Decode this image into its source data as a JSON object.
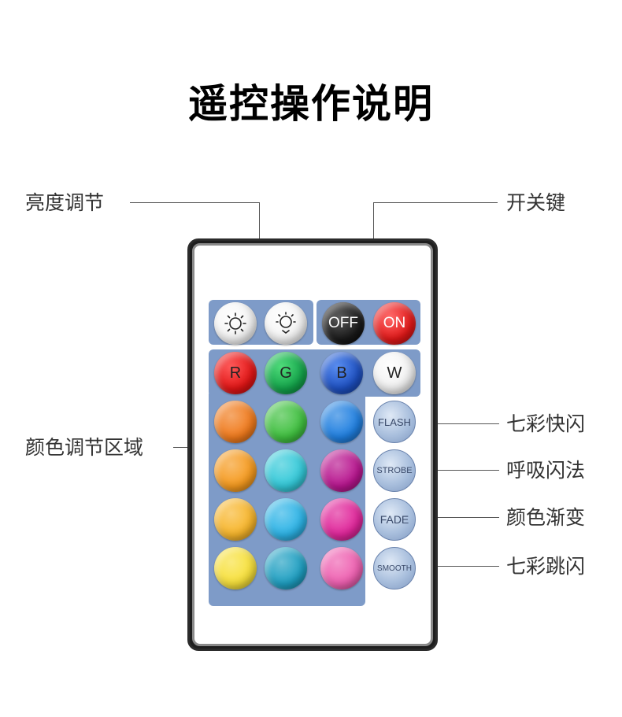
{
  "title": "遥控操作说明",
  "labels": {
    "brightness": "亮度调节",
    "power": "开关键",
    "color_area": "颜色调节区域",
    "flash": "七彩快闪",
    "strobe": "呼吸闪法",
    "fade": "颜色渐变",
    "smooth": "七彩跳闪"
  },
  "buttons": {
    "brightness_up_icon": "sun-bright-icon",
    "brightness_down_icon": "sun-dim-icon",
    "off": "OFF",
    "on": "ON",
    "r": "R",
    "g": "G",
    "b": "B",
    "w": "W",
    "flash": "FLASH",
    "strobe": "STROBE",
    "fade": "FADE",
    "smooth": "SMOOTH"
  },
  "colors": {
    "panel": "#7e9bc8",
    "row1": [
      "#f07a1c",
      "#3fc03f",
      "#1f7fe0"
    ],
    "row2": [
      "#f59a1e",
      "#33c9d9",
      "#b8158f"
    ],
    "row3": [
      "#f7b52a",
      "#2cb3e6",
      "#e0259a"
    ],
    "row4": [
      "#f7e03a",
      "#1e9fc2",
      "#ee5fb0"
    ]
  }
}
